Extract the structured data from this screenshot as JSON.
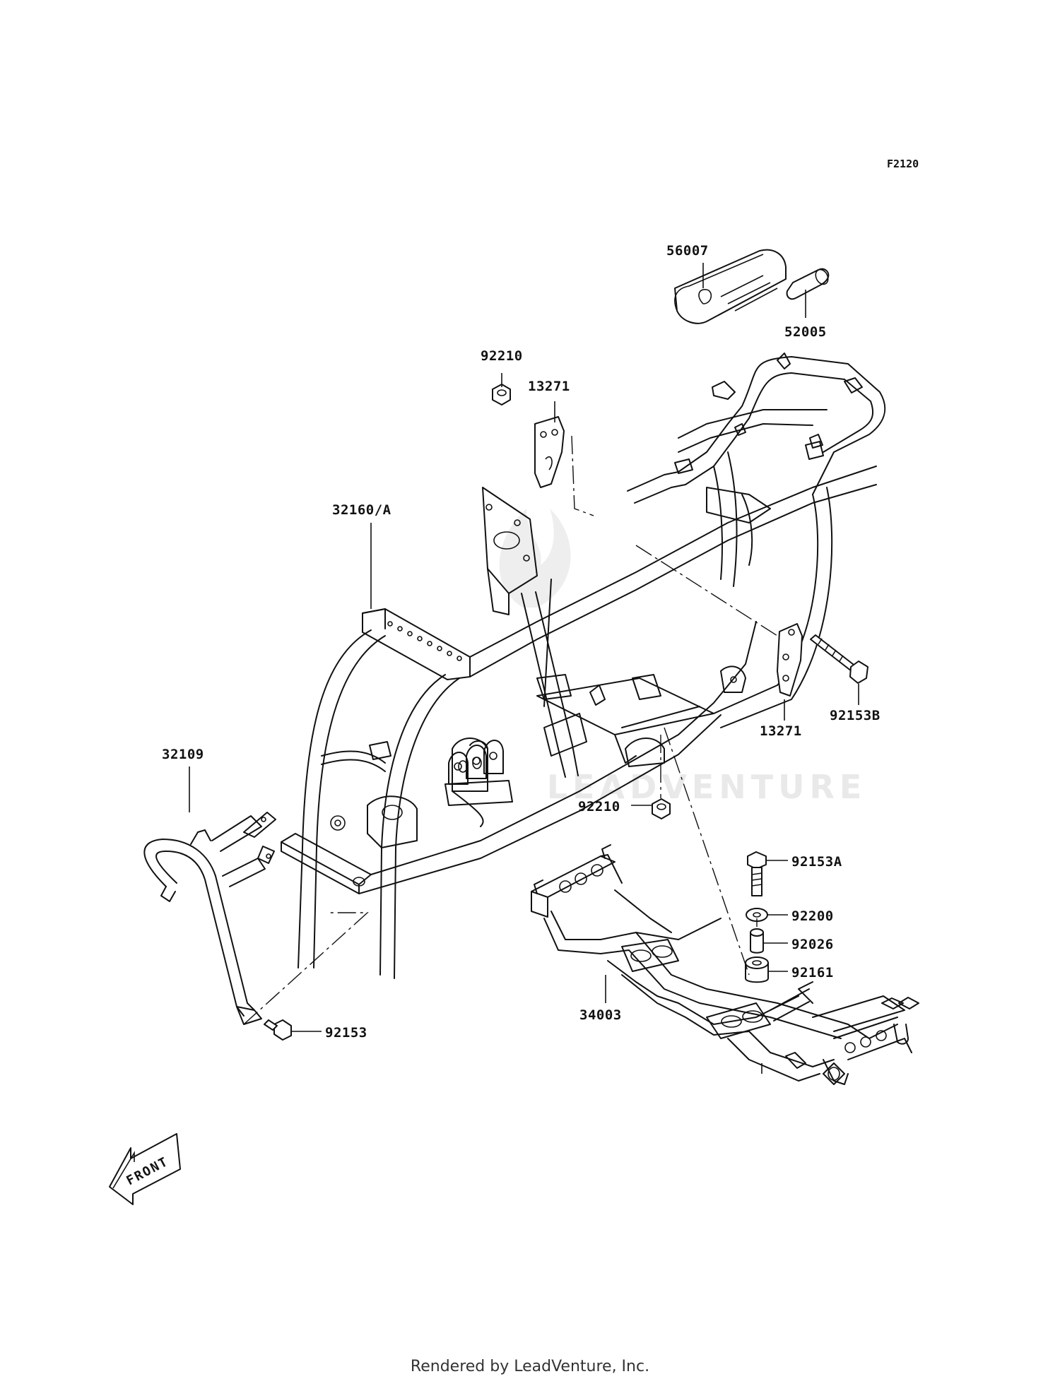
{
  "figure_code": "F2120",
  "parts": [
    {
      "number": "56007"
    },
    {
      "number": "52005"
    },
    {
      "number": "92210"
    },
    {
      "number": "13271"
    },
    {
      "number": "32160/A"
    },
    {
      "number": "13271"
    },
    {
      "number": "92153B"
    },
    {
      "number": "32109"
    },
    {
      "number": "92210"
    },
    {
      "number": "92153A"
    },
    {
      "number": "92200"
    },
    {
      "number": "92026"
    },
    {
      "number": "92161"
    },
    {
      "number": "34003"
    },
    {
      "number": "92153"
    }
  ],
  "direction_marker": "FRONT",
  "watermark": "LEADVENTURE",
  "footer": "Rendered by LeadVenture, Inc."
}
